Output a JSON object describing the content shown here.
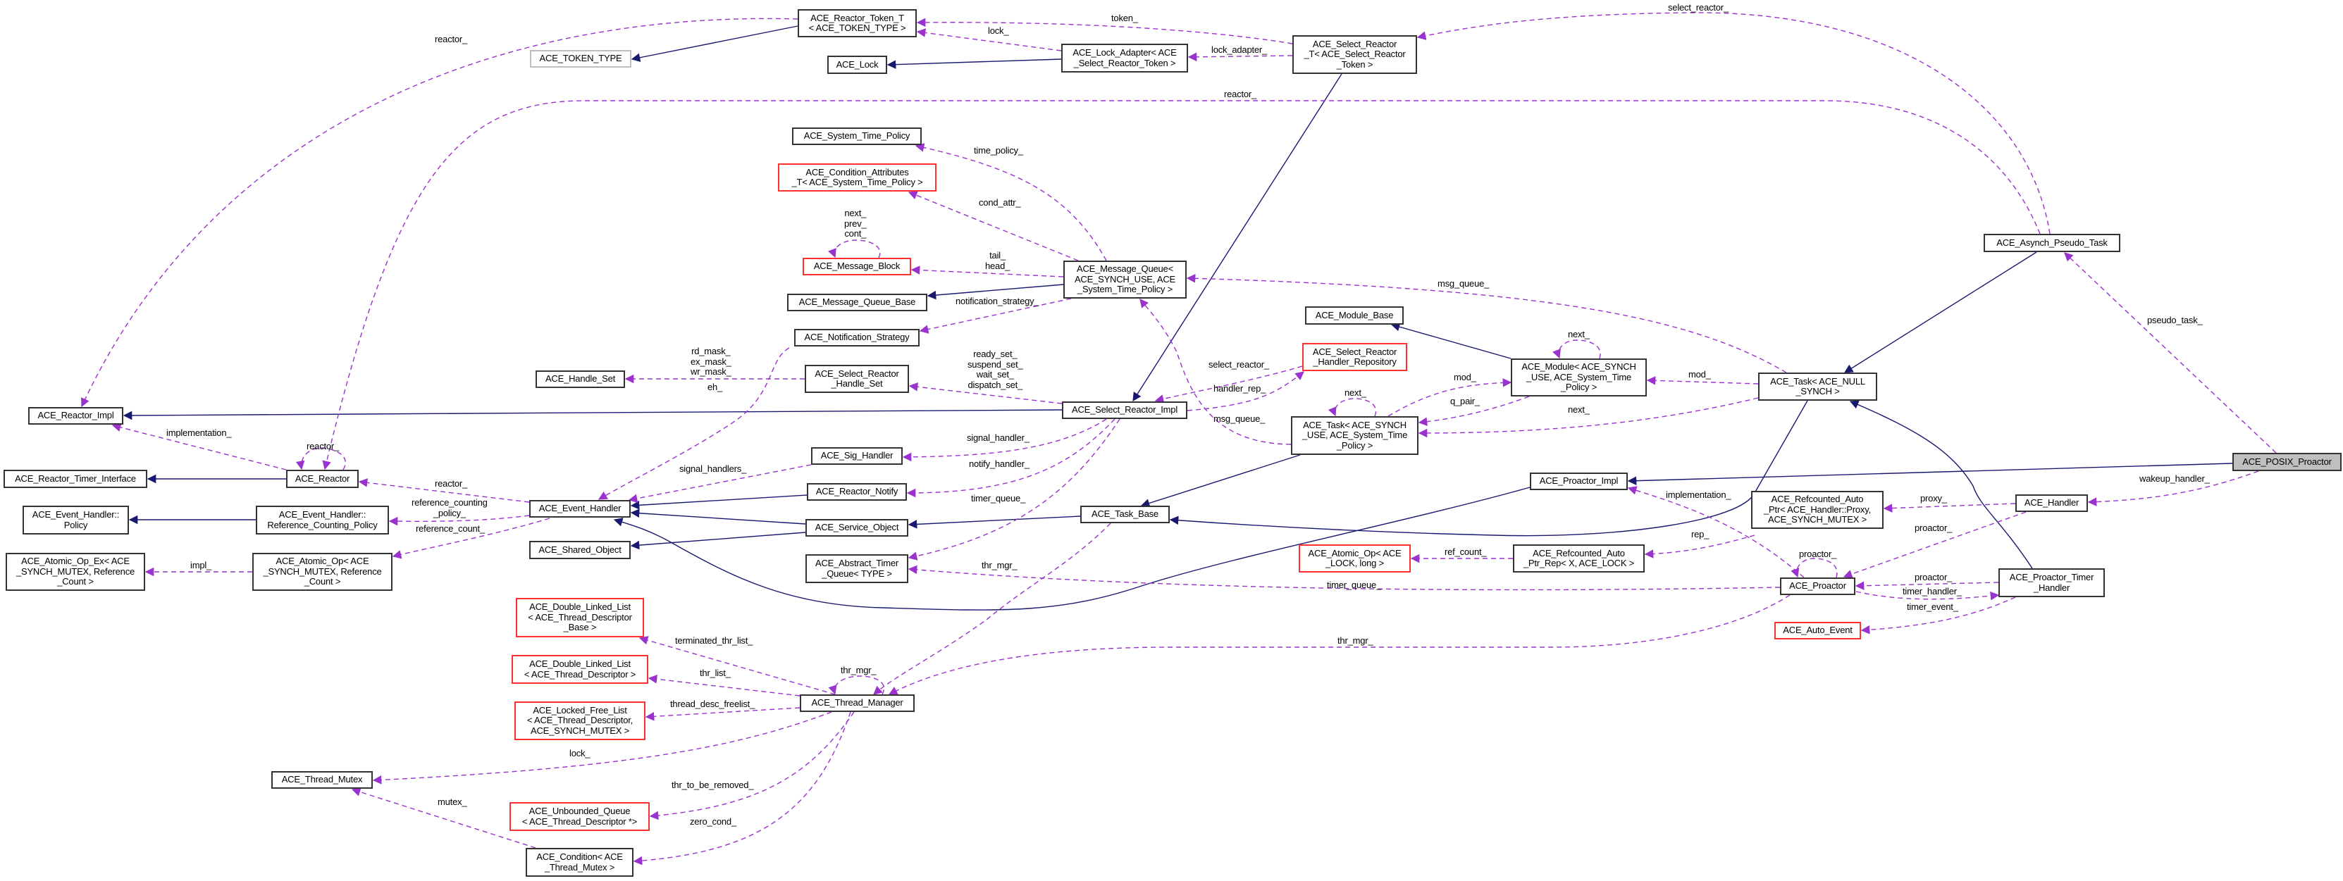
{
  "classes": {
    "token_type": "ACE_TOKEN_TYPE",
    "reactor_token_t": "ACE_Reactor_Token_T\n< ACE_TOKEN_TYPE >",
    "ace_lock": "ACE_Lock",
    "lock_adapter": "ACE_Lock_Adapter< ACE\n_Select_Reactor_Token >",
    "select_reactor_t": "ACE_Select_Reactor\n_T< ACE_Select_Reactor\n_Token >",
    "system_time_policy": "ACE_System_Time_Policy",
    "cond_attr": "ACE_Condition_Attributes\n_T< ACE_System_Time_Policy >",
    "message_block": "ACE_Message_Block",
    "message_queue": "ACE_Message_Queue<\nACE_SYNCH_USE, ACE\n_System_Time_Policy >",
    "message_queue_base": "ACE_Message_Queue_Base",
    "notification_strategy": "ACE_Notification_Strategy",
    "handle_set": "ACE_Handle_Set",
    "sr_handle_set": "ACE_Select_Reactor\n_Handle_Set",
    "reactor_impl": "ACE_Reactor_Impl",
    "select_reactor_impl": "ACE_Select_Reactor_Impl",
    "sr_handler_repo": "ACE_Select_Reactor\n_Handler_Repository",
    "module_base": "ACE_Module_Base",
    "module": "ACE_Module< ACE_SYNCH\n_USE, ACE_System_Time\n_Policy >",
    "task_synch": "ACE_Task< ACE_SYNCH\n_USE, ACE_System_Time\n_Policy >",
    "task_null": "ACE_Task< ACE_NULL\n_SYNCH >",
    "asynch_pseudo_task": "ACE_Asynch_Pseudo_Task",
    "reactor_timer_interface": "ACE_Reactor_Timer_Interface",
    "reactor": "ACE_Reactor",
    "sig_handler": "ACE_Sig_Handler",
    "policy": "ACE_Event_Handler::\nPolicy",
    "ref_counting_policy": "ACE_Event_Handler::\nReference_Counting_Policy",
    "event_handler": "ACE_Event_Handler",
    "reactor_notify": "ACE_Reactor_Notify",
    "service_object": "ACE_Service_Object",
    "task_base": "ACE_Task_Base",
    "shared_object": "ACE_Shared_Object",
    "atomic_op_ex": "ACE_Atomic_Op_Ex< ACE\n_SYNCH_MUTEX, Reference\n_Count >",
    "atomic_op": "ACE_Atomic_Op< ACE\n_SYNCH_MUTEX, Reference\n_Count >",
    "abstract_timer_queue": "ACE_Abstract_Timer\n_Queue< TYPE >",
    "proactor_impl": "ACE_Proactor_Impl",
    "refcounted_proxy": "ACE_Refcounted_Auto\n_Ptr< ACE_Handler::Proxy,\nACE_SYNCH_MUTEX >",
    "handler": "ACE_Handler",
    "posix_proactor": "ACE_POSIX_Proactor",
    "atomic_op_lock": "ACE_Atomic_Op< ACE\n_LOCK, long >",
    "refcounted_rep": "ACE_Refcounted_Auto\n_Ptr_Rep< X, ACE_LOCK >",
    "proactor": "ACE_Proactor",
    "proactor_timer_handler": "ACE_Proactor_Timer\n_Handler",
    "auto_event": "ACE_Auto_Event",
    "dll_base": "ACE_Double_Linked_List\n< ACE_Thread_Descriptor\n_Base >",
    "dll": "ACE_Double_Linked_List\n< ACE_Thread_Descriptor >",
    "locked_free_list": "ACE_Locked_Free_List\n< ACE_Thread_Descriptor,\nACE_SYNCH_MUTEX >",
    "thread_manager": "ACE_Thread_Manager",
    "thread_mutex": "ACE_Thread_Mutex",
    "unbounded_queue": "ACE_Unbounded_Queue\n< ACE_Thread_Descriptor *>",
    "condition": "ACE_Condition< ACE\n_Thread_Mutex >"
  },
  "edge_labels": [
    "reactor_",
    "lock_",
    "token_",
    "lock_adapter_",
    "select_reactor_",
    "reactor_",
    "time_policy_",
    "cond_attr_",
    "next_\nprev_\ncont_",
    "tail_\nhead_",
    "msg_queue_",
    "notification_strategy_",
    "rd_mask_\nex_mask_\nwr_mask_",
    "eh_",
    "ready_set_\nsuspend_set_\nwait_set_\ndispatch_set_",
    "select_reactor_",
    "handler_rep_",
    "msg_queue_",
    "next_",
    "next_",
    "mod_",
    "q_pair_",
    "next_",
    "mod_",
    "pseudo_task_",
    "implementation_",
    "reactor_",
    "reactor_",
    "reference_counting\n_policy_",
    "reference_count_",
    "impl_",
    "signal_handler_",
    "signal_handlers_",
    "notify_handler_",
    "timer_queue_",
    "thr_mgr_",
    "implementation_",
    "wakeup_handler_",
    "proxy_",
    "proactor_",
    "proactor_",
    "proactor_",
    "timer_handler_",
    "timer_event_",
    "rep_",
    "ref_count_",
    "timer_queue_",
    "thr_mgr_",
    "terminated_thr_list_",
    "thr_list_",
    "thr_mgr_",
    "thread_desc_freelist_",
    "lock_",
    "thr_to_be_removed_",
    "zero_cond_",
    "mutex_"
  ],
  "colors": {
    "inheritance_edge": "#191970",
    "usage_edge": "#9a32cd",
    "undocumented_border": "#ff3030",
    "focus_fill": "#bfbfbf"
  }
}
